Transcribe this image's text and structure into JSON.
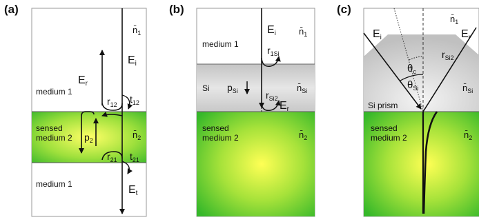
{
  "panel_a": {
    "label": "(a)",
    "medium1_top": "medium 1",
    "sensed_line1": "sensed",
    "sensed_line2": "medium 2",
    "medium1_bottom": "medium 1",
    "n1": "n̄",
    "n1_sub": "1",
    "n2": "n̄",
    "n2_sub": "2",
    "Ei": "E",
    "Ei_sub": "i",
    "Er": "E",
    "Er_sub": "r",
    "Et": "E",
    "Et_sub": "t",
    "r12": "r",
    "r12_sub": "12",
    "t12": "t",
    "t12_sub": "12",
    "r21": "r",
    "r21_sub": "21",
    "t21": "t",
    "t21_sub": "21",
    "p2": "p",
    "p2_sub": "2"
  },
  "panel_b": {
    "label": "(b)",
    "medium1": "medium 1",
    "si": "Si",
    "sensed_line1": "sensed",
    "sensed_line2": "medium 2",
    "n1": "n̄",
    "n1_sub": "1",
    "nSi": "n̄",
    "nSi_sub": "Si",
    "n2": "n̄",
    "n2_sub": "2",
    "Ei": "E",
    "Ei_sub": "i",
    "Er": "E",
    "Er_sub": "r",
    "r1Si": "r",
    "r1Si_sub": "1Si",
    "rSi2": "r",
    "rSi2_sub": "Si2",
    "pSi": "p",
    "pSi_sub": "Si"
  },
  "panel_c": {
    "label": "(c)",
    "si_prism": "Si prism",
    "sensed_line1": "sensed",
    "sensed_line2": "medium 2",
    "n1": "n̄",
    "n1_sub": "1",
    "nSi": "n̄",
    "nSi_sub": "Si",
    "n2": "n̄",
    "n2_sub": "2",
    "Ei": "E",
    "Ei_sub": "i",
    "Er": "E",
    "Er_sub": "r",
    "rSi2": "r",
    "rSi2_sub": "Si2",
    "theta_c": "θ",
    "theta_c_sub": "c",
    "theta_si": "θ",
    "theta_si_sub": "Si"
  },
  "colors": {
    "green": "#3cbf2c",
    "yellow_glow": "#ffff55",
    "si_gray": "#cfcfcf",
    "line": "#111111"
  }
}
